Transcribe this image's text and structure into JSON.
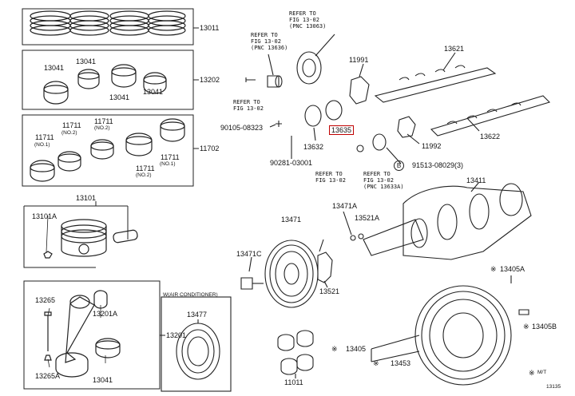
{
  "diagram": {
    "group_boxes": {
      "rings": "13011",
      "bearings": "13202",
      "thrust": "11702",
      "piston": "13101",
      "rod": "13201"
    },
    "labels": {
      "b2_a": "13041",
      "b2_b": "13041",
      "b2_c": "13041",
      "b2_d": "13041",
      "b3_a": "11711",
      "b3_a_sub": "(NO.1)",
      "b3_b": "11711",
      "b3_b_sub": "(NO.2)",
      "b3_c": "11711",
      "b3_c_sub": "(NO.2)",
      "b3_d": "11711",
      "b3_d_sub": "(NO.1)",
      "b3_e": "11711",
      "b3_e_sub": "(NO.2)",
      "p_ring": "13101A",
      "r_bolt": "13265",
      "r_nut": "13265A",
      "r_bush": "13201A",
      "r_brg": "13041",
      "c_13471": "13471",
      "c_13471c": "13471C",
      "c_13521": "13521",
      "c_13471a": "13471A",
      "c_13521a": "13521A",
      "c_13411": "13411",
      "c_13405a": "13405A",
      "c_13405b": "13405B",
      "c_13405": "13405",
      "c_13453": "13453",
      "c_13477": "13477",
      "c_11011": "11011",
      "mt": "M/T",
      "ac": "W(AIR CONDITIONER)",
      "bolt1": "90105-08323",
      "pin": "90281-03001",
      "v13632": "13632",
      "v13635": "13635",
      "v11991": "11991",
      "v11992": "11992",
      "v13621": "13621",
      "v13622": "13622",
      "v91513": "91513-08029(3)",
      "corner": "13135"
    },
    "refs": {
      "r1": "REFER TO\nFIG 13-02\n(PNC 13063)",
      "r2": "REFER TO\nFIG 13-02\n(PNC 13636)",
      "r3": "REFER TO\nFIG 13-02",
      "r4": "REFER TO\nFIG 13-02",
      "r5": "REFER TO\nFIG 13-02\n(PNC 13633A)"
    },
    "marks": {
      "star": "※",
      "circle_b": "B"
    }
  }
}
